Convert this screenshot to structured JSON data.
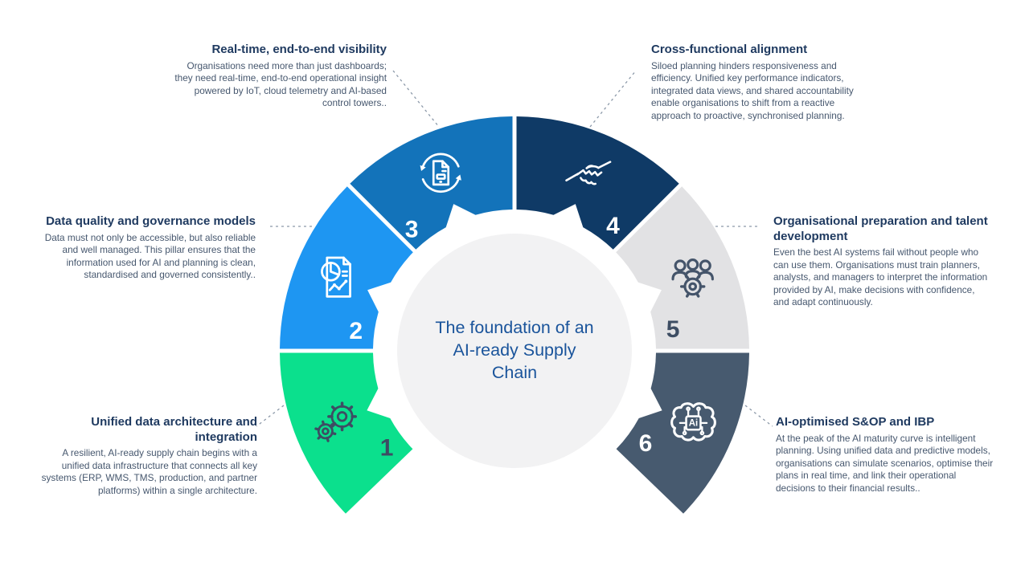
{
  "palette": {
    "background": "#ffffff",
    "heading_text": "#1f3a60",
    "body_text": "#46576e",
    "center_title_text": "#1a549b",
    "center_circle": "#f2f2f3",
    "connector": "#8c99a9"
  },
  "center": {
    "lines": [
      "The foundation of an",
      "AI-ready Supply",
      "Chain"
    ]
  },
  "ai_chip": {
    "label": "Ai"
  },
  "segments": [
    {
      "number": "1",
      "color": "#0be08d",
      "number_color": "#3d4d63",
      "icon": "gears-icon",
      "icon_color": "#3d4d63",
      "title": "Unified data architecture and integration",
      "description": "A resilient, AI-ready supply chain begins with a unified data infrastructure that connects all key systems (ERP, WMS, TMS, production, and partner platforms) within a single architecture."
    },
    {
      "number": "2",
      "color": "#1e96f2",
      "number_color": "#ffffff",
      "icon": "report-chart-icon",
      "icon_color": "#ffffff",
      "title": "Data quality and governance models",
      "description": "Data must not only be accessible, but also reliable and well managed. This pillar ensures that the information used for AI and planning is clean, standardised and governed consistently.."
    },
    {
      "number": "3",
      "color": "#1373ba",
      "number_color": "#ffffff",
      "icon": "document-sync-icon",
      "icon_color": "#ffffff",
      "title": "Real-time, end-to-end visibility",
      "description": "Organisations need more than just dashboards; they need real-time, end-to-end operational insight powered by IoT, cloud telemetry and AI-based control towers.."
    },
    {
      "number": "4",
      "color": "#0f3a66",
      "number_color": "#ffffff",
      "icon": "handshake-icon",
      "icon_color": "#ffffff",
      "title": "Cross-functional alignment",
      "description": "Siloed planning hinders responsiveness and efficiency. Unified key performance indicators, integrated data views, and shared accountability enable organisations to shift from a reactive approach to proactive, synchronised planning."
    },
    {
      "number": "5",
      "color": "#e2e2e4",
      "number_color": "#3d4d63",
      "icon": "team-gear-icon",
      "icon_color": "#44546a",
      "title": "Organisational preparation and talent development",
      "description": "Even the best AI systems fail without people who can use them. Organisations must train planners, analysts, and managers to interpret the information provided by AI, make decisions with confidence, and adapt continuously."
    },
    {
      "number": "6",
      "color": "#475a6f",
      "number_color": "#ffffff",
      "icon": "ai-brain-icon",
      "icon_color": "#ffffff",
      "title": "AI-optimised S&OP and IBP",
      "description": "At the peak of the AI maturity curve is intelligent planning. Using unified data and predictive models, organisations can simulate scenarios, optimise their plans in real time, and link their operational decisions to their financial results.."
    }
  ]
}
